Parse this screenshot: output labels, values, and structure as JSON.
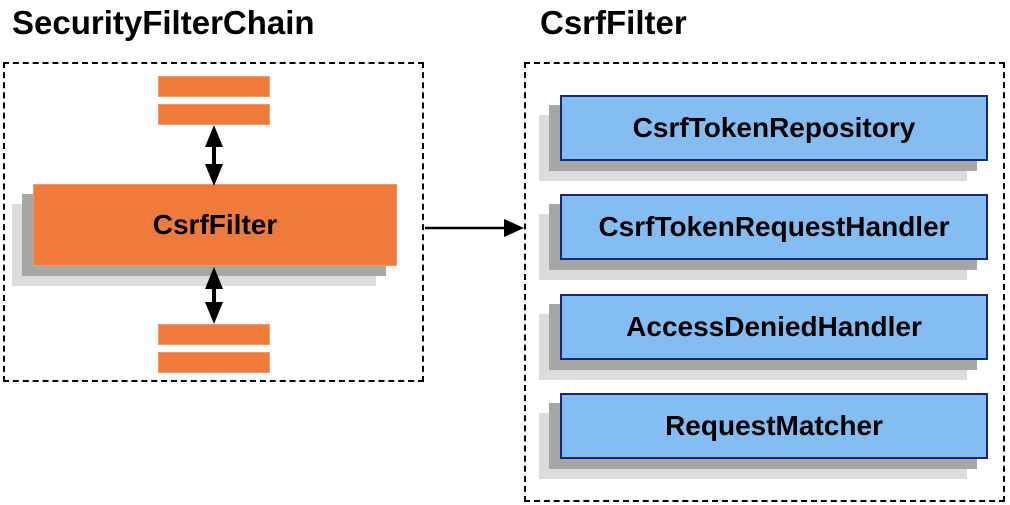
{
  "diagram": {
    "left_panel": {
      "title": "SecurityFilterChain",
      "csrf_filter_label": "CsrfFilter"
    },
    "right_panel": {
      "title": "CsrfFilter",
      "components": [
        "CsrfTokenRepository",
        "CsrfTokenRequestHandler",
        "AccessDeniedHandler",
        "RequestMatcher"
      ]
    },
    "colors": {
      "orange_fill": "#EE7B3C",
      "orange_stroke": "#F49A6A",
      "blue_fill": "#85BCF2",
      "blue_stroke": "#17277E",
      "shadow_dark": "#A6A6A6",
      "shadow_light": "#DCDCDC",
      "arrow": "#000000",
      "text": "#000000"
    }
  }
}
